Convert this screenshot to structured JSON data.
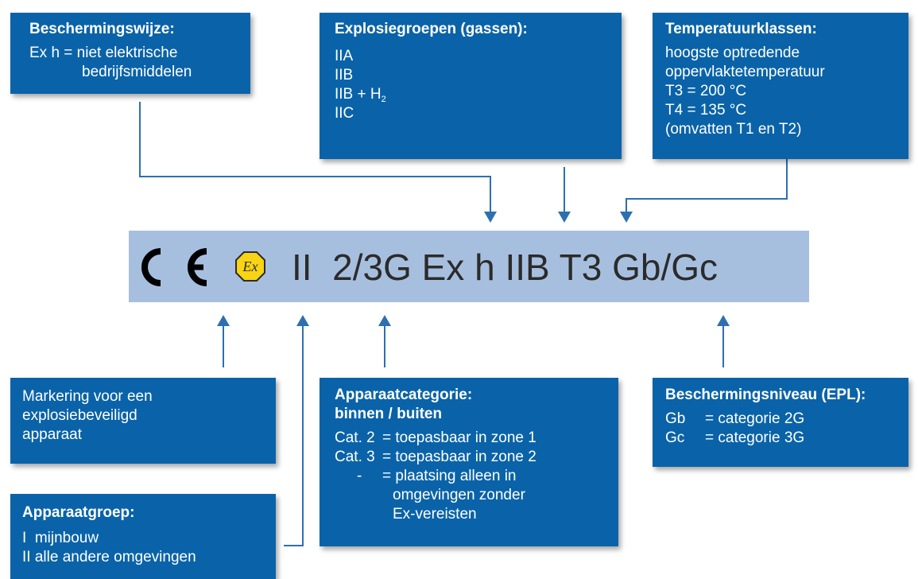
{
  "colors": {
    "box_blue": "#0a63a8",
    "bar_blue": "#a7bfdf",
    "text_dark": "#2b2b2b",
    "atex_yellow": "#f7d414"
  },
  "marking": {
    "ce_mark": "CE",
    "ex_symbol": "Ex",
    "code": "II  2/3G Ex h IIB T3 Gb/Gc"
  },
  "boxes": {
    "protection_method": {
      "title": "Beschermingswijze:",
      "line1": "Ex h = niet elektrische",
      "line2": "bedrijfsmiddelen"
    },
    "explosion_groups": {
      "title": "Explosiegroepen (gassen):",
      "lines": [
        "IIA",
        "IIB",
        "IIB + H",
        "IIC"
      ],
      "h2_subscript": "2"
    },
    "temperature_classes": {
      "title": "Temperatuurklassen:",
      "lines": [
        "hoogste optredende",
        "oppervlaktetemperatuur",
        "T3 = 200 °C",
        "T4 = 135 °C",
        "(omvatten T1 en T2)"
      ]
    },
    "explosion_marking": {
      "lines": [
        "Markering voor een",
        "explosiebeveiligd",
        "apparaat"
      ]
    },
    "device_category": {
      "title_line1": "Apparaatcategorie:",
      "title_line2": "binnen / buiten",
      "rows": [
        {
          "key": "Cat. 2",
          "value": "= toepasbaar in zone 1"
        },
        {
          "key": "Cat. 3",
          "value": "= toepasbaar in zone 2"
        },
        {
          "key": "-",
          "value": "= plaatsing alleen in"
        }
      ],
      "continuation": [
        "omgevingen zonder",
        "Ex-vereisten"
      ]
    },
    "protection_level": {
      "title": "Beschermingsniveau (EPL):",
      "rows": [
        {
          "key": "Gb",
          "value": "= categorie 2G"
        },
        {
          "key": "Gc",
          "value": "= categorie 3G"
        }
      ]
    },
    "device_group": {
      "title": "Apparaatgroep:",
      "lines": [
        "I  mijnbouw",
        "II alle andere omgevingen"
      ]
    }
  }
}
